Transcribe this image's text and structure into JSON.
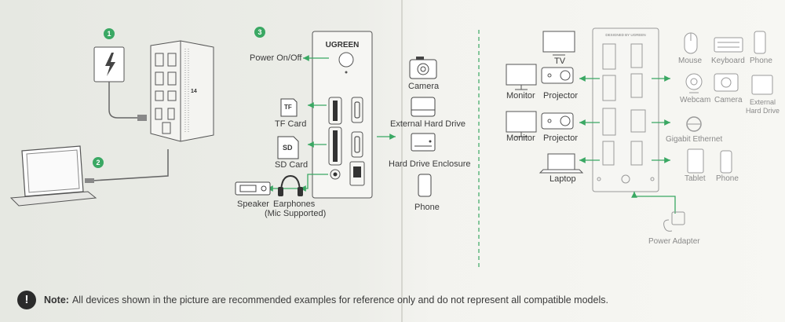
{
  "steps": [
    "1",
    "2",
    "3"
  ],
  "brand": "UGREEN",
  "side_badge": "14",
  "left_labels": {
    "power": "Power On/Off",
    "tf_card": "TF Card",
    "sd_card": "SD Card",
    "speaker": "Speaker",
    "earphones": "Earphones",
    "earphones_note": "(Mic Supported)",
    "camera": "Camera",
    "external_hdd": "External Hard Drive",
    "hdd_enclosure": "Hard Drive Enclosure",
    "phone": "Phone",
    "tf_icon": "TF",
    "sd_icon": "SD"
  },
  "right_labels": {
    "tv": "TV",
    "monitor_1": "Monitor",
    "projector_1": "Projector",
    "monitor_2": "Monitor",
    "projector_2": "Projector",
    "laptop": "Laptop",
    "mouse": "Mouse",
    "keyboard": "Keyboard",
    "phone_1": "Phone",
    "webcam": "Webcam",
    "camera": "Camera",
    "external_hdd_l1": "External",
    "external_hdd_l2": "Hard Drive",
    "ethernet": "Gigabit Ethernet",
    "tablet": "Tablet",
    "phone_2": "Phone",
    "power_adapter": "Power Adapter",
    "designed_by": "DESIGNED BY UGREEN"
  },
  "note": {
    "prefix": "Note:",
    "text": "All devices shown in the picture are recommended examples for reference only and do not represent all compatible models."
  },
  "colors": {
    "accent": "#3aa863",
    "line": "#555555",
    "grey": "#9a9a9a"
  }
}
